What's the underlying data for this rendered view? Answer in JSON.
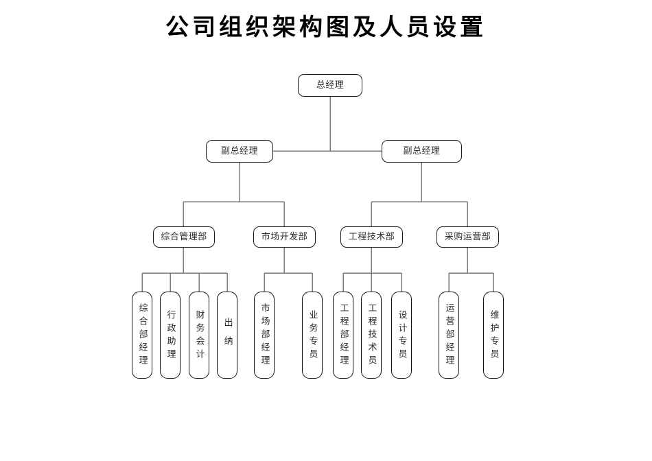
{
  "document": {
    "title": "公司组织架构图及人员设置"
  },
  "chart": {
    "type": "org-chart",
    "orientation": "top-down",
    "line_color": "#7a7a7a",
    "box_border_color": "#1a1a1a",
    "background": "#ffffff",
    "levels": [
      {
        "level": 1,
        "name": "executive",
        "nodes": [
          {
            "id": "gm",
            "label": "总经理"
          }
        ]
      },
      {
        "level": 2,
        "name": "deputy",
        "nodes": [
          {
            "id": "dgm-left",
            "label": "副总经理"
          },
          {
            "id": "dgm-right",
            "label": "副总经理"
          }
        ]
      },
      {
        "level": 3,
        "name": "departments",
        "nodes": [
          {
            "id": "dept-admin",
            "label": "综合管理部",
            "parent": "dgm-left"
          },
          {
            "id": "dept-market",
            "label": "市场开发部",
            "parent": "dgm-left"
          },
          {
            "id": "dept-engineering",
            "label": "工程技术部",
            "parent": "dgm-right"
          },
          {
            "id": "dept-procurement",
            "label": "采购运营部",
            "parent": "dgm-right"
          }
        ]
      },
      {
        "level": 4,
        "name": "staff",
        "nodes": [
          {
            "id": "staff-admin-mgr",
            "label": "综合部经理",
            "parent": "dept-admin"
          },
          {
            "id": "staff-admin-assistant",
            "label": "行政助理",
            "parent": "dept-admin"
          },
          {
            "id": "staff-accountant",
            "label": "财务会计",
            "parent": "dept-admin"
          },
          {
            "id": "staff-cashier",
            "label": "出纳",
            "parent": "dept-admin"
          },
          {
            "id": "staff-market-mgr",
            "label": "市场部经理",
            "parent": "dept-market"
          },
          {
            "id": "staff-business-spec",
            "label": "业务专员",
            "parent": "dept-market"
          },
          {
            "id": "staff-eng-mgr",
            "label": "工程部经理",
            "parent": "dept-engineering"
          },
          {
            "id": "staff-eng-tech",
            "label": "工程技术员",
            "parent": "dept-engineering"
          },
          {
            "id": "staff-design-spec",
            "label": "设计专员",
            "parent": "dept-engineering"
          },
          {
            "id": "staff-ops-mgr",
            "label": "运营部经理",
            "parent": "dept-procurement"
          },
          {
            "id": "staff-maint-spec",
            "label": "维护专员",
            "parent": "dept-procurement"
          }
        ]
      }
    ]
  }
}
